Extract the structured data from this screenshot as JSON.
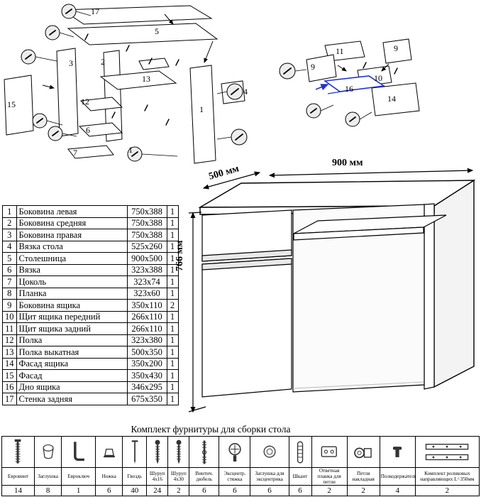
{
  "diagram": {
    "left_labels": [
      "17",
      "5",
      "3",
      "2",
      "13",
      "12",
      "15",
      "6",
      "7",
      "1",
      "1",
      "4"
    ],
    "right_labels": [
      "11",
      "9",
      "9",
      "10",
      "16",
      "14"
    ]
  },
  "desk": {
    "width_label": "900 мм",
    "depth_label": "500 мм",
    "height_label": "766 мм"
  },
  "parts_table": {
    "rows": [
      {
        "num": "1",
        "name": "Боковина левая",
        "size": "750x388",
        "qty": "1"
      },
      {
        "num": "2",
        "name": "Боковина средняя",
        "size": "750x388",
        "qty": "1"
      },
      {
        "num": "3",
        "name": "Боковина правая",
        "size": "750x388",
        "qty": "1"
      },
      {
        "num": "4",
        "name": "Вязка стола",
        "size": "525x260",
        "qty": "1"
      },
      {
        "num": "5",
        "name": "Столешница",
        "size": "900x500",
        "qty": "1"
      },
      {
        "num": "6",
        "name": "Вязка",
        "size": "323x388",
        "qty": "1"
      },
      {
        "num": "7",
        "name": "Цоколь",
        "size": "323x74",
        "qty": "1"
      },
      {
        "num": "8",
        "name": "Планка",
        "size": "323x60",
        "qty": "1"
      },
      {
        "num": "9",
        "name": "Боковина ящика",
        "size": "350x110",
        "qty": "2"
      },
      {
        "num": "10",
        "name": "Щит ящика передний",
        "size": "266x110",
        "qty": "1"
      },
      {
        "num": "11",
        "name": "Щит ящика задний",
        "size": "266x110",
        "qty": "1"
      },
      {
        "num": "12",
        "name": "Полка",
        "size": "323x380",
        "qty": "1"
      },
      {
        "num": "13",
        "name": "Полка выкатная",
        "size": "500x350",
        "qty": "1"
      },
      {
        "num": "14",
        "name": "Фасад ящика",
        "size": "350x200",
        "qty": "1"
      },
      {
        "num": "15",
        "name": "Фасад",
        "size": "350x430",
        "qty": "1"
      },
      {
        "num": "16",
        "name": "Дно ящика",
        "size": "346x295",
        "qty": "1"
      },
      {
        "num": "17",
        "name": "Стенка задняя",
        "size": "675x350",
        "qty": "1"
      }
    ]
  },
  "hardware": {
    "title": "Комплект фурнитуры для сборки стола",
    "items": [
      {
        "icon": "euroscrew-icon",
        "name": "Евровинт",
        "qty": "14"
      },
      {
        "icon": "plug-icon",
        "name": "Заглушка",
        "qty": "8"
      },
      {
        "icon": "hexkey-icon",
        "name": "Евроключ",
        "qty": "1"
      },
      {
        "icon": "leg-icon",
        "name": "Ножка",
        "qty": "6"
      },
      {
        "icon": "nail-icon",
        "name": "Гвоздь",
        "qty": "40"
      },
      {
        "icon": "screw-icon",
        "name": "Шуруп 4x16",
        "qty": "24"
      },
      {
        "icon": "screw-icon",
        "name": "Шуруп 4x30",
        "qty": "2"
      },
      {
        "icon": "dowel-bolt-icon",
        "name": "Винтич. дюбель",
        "qty": "6"
      },
      {
        "icon": "cam-lock-icon",
        "name": "Эксцентр. стяжка",
        "qty": "6"
      },
      {
        "icon": "cam-cap-icon",
        "name": "Заглушка для эксцентрика",
        "qty": "6"
      },
      {
        "icon": "wood-dowel-icon",
        "name": "Шкант",
        "qty": "6"
      },
      {
        "icon": "hinge-plate-icon",
        "name": "Ответная планка для петли",
        "qty": "2"
      },
      {
        "icon": "hinge-icon",
        "name": "Петля накладная",
        "qty": "2"
      },
      {
        "icon": "shelf-support-icon",
        "name": "Полкодержатель",
        "qty": "4"
      },
      {
        "icon": "drawer-slides-icon",
        "name": "Комплект роликовых направляющих L=350мм",
        "qty": "2"
      }
    ]
  }
}
